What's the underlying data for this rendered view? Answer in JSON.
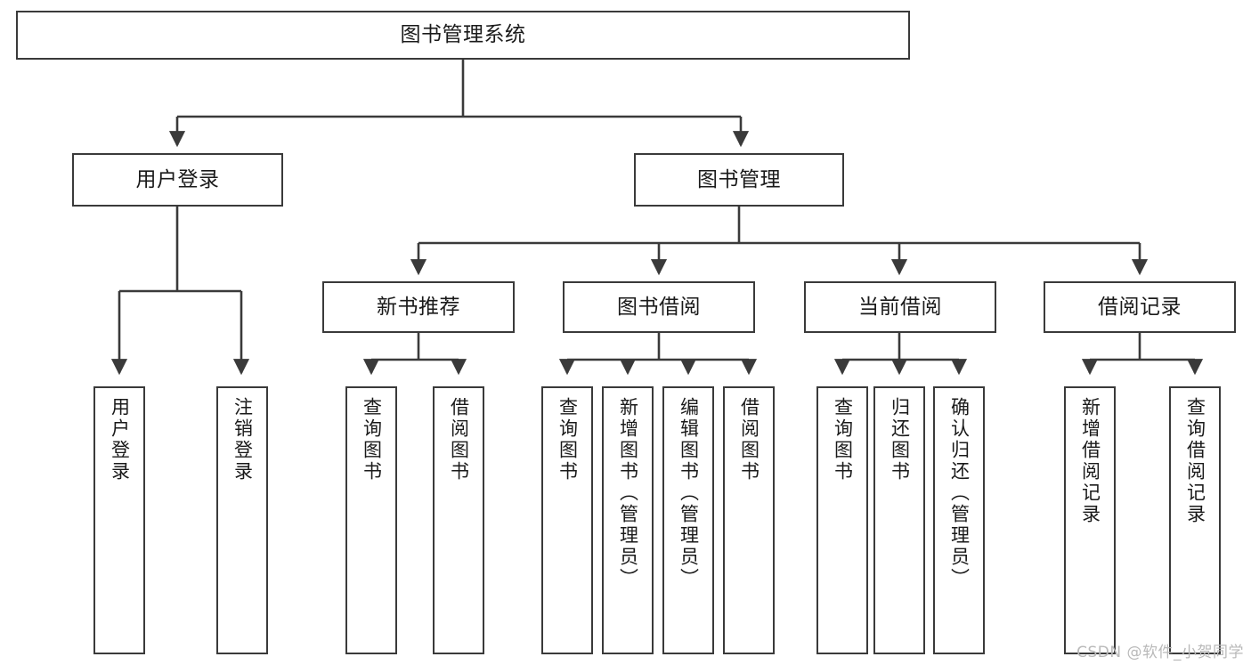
{
  "diagram": {
    "title": "图书管理系统",
    "type": "tree-hierarchy",
    "watermark": "CSDN @软件_小贺同学",
    "stroke_color": "#3a3a3a",
    "fill_color": "#ffffff",
    "text_color": "#1a1a1a"
  },
  "nodes": {
    "root": {
      "label": "图书管理系统"
    },
    "level1": [
      {
        "label": "用户登录"
      },
      {
        "label": "图书管理"
      }
    ],
    "level2": [
      {
        "label": "新书推荐"
      },
      {
        "label": "图书借阅"
      },
      {
        "label": "当前借阅"
      },
      {
        "label": "借阅记录"
      }
    ],
    "leaves": {
      "user_login": [
        {
          "label": "用户登录"
        },
        {
          "label": "注销登录"
        }
      ],
      "new_book": [
        {
          "label": "查询图书"
        },
        {
          "label": "借阅图书"
        }
      ],
      "book_borrow": [
        {
          "label": "查询图书"
        },
        {
          "label": "新增图书（管理员）"
        },
        {
          "label": "编辑图书（管理员）"
        },
        {
          "label": "借阅图书"
        }
      ],
      "current_borrow": [
        {
          "label": "查询图书"
        },
        {
          "label": "归还图书"
        },
        {
          "label": "确认归还（管理员）"
        }
      ],
      "borrow_record": [
        {
          "label": "新增借阅记录"
        },
        {
          "label": "查询借阅记录"
        }
      ]
    }
  }
}
